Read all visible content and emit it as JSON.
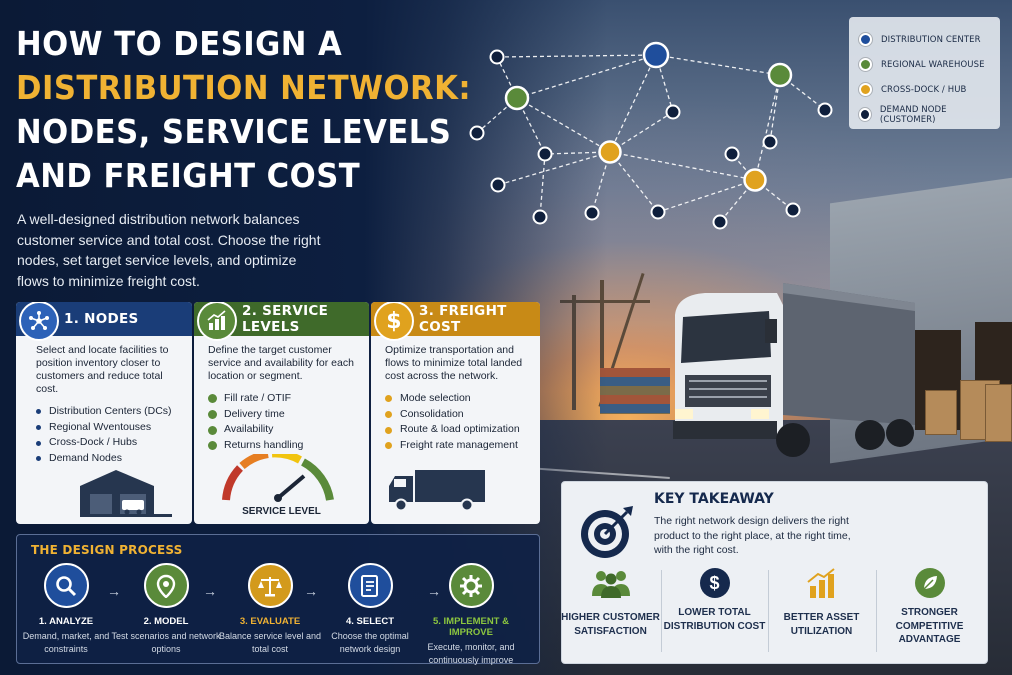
{
  "title": {
    "line1": "HOW TO DESIGN A",
    "line2": "DISTRIBUTION NETWORK:",
    "line3": "NODES, SERVICE LEVELS",
    "line4": "AND FREIGHT COST"
  },
  "intro": "A well-designed distribution network balances customer service and total cost. Choose the right nodes, set target service levels, and optimize flows to minimize freight cost.",
  "legend": [
    {
      "label": "DISTRIBUTION CENTER",
      "color": "#1f4e9c"
    },
    {
      "label": "REGIONAL WAREHOUSE",
      "color": "#5a8a3a"
    },
    {
      "label": "CROSS-DOCK / HUB",
      "color": "#e0a21e"
    },
    {
      "label": "DEMAND NODE (CUSTOMER)",
      "color": "#0f1f3c"
    }
  ],
  "cards": {
    "nodes": {
      "title": "1. NODES",
      "color": "#1a3d78",
      "desc": "Select and locate facilities to position inventory closer to customers and reduce total cost.",
      "items": [
        "Distribution Centers (DCs)",
        "Regional Wventouses",
        "Cross-Dock / Hubs",
        "Demand Nodes"
      ]
    },
    "service": {
      "title": "2. SERVICE LEVELS",
      "color": "#3f6a2a",
      "desc": "Define the target customer service and availability for each location or segment.",
      "items": [
        "Fill rate / OTIF",
        "Delivery time",
        "Availability",
        "Returns handling"
      ],
      "gauge_label": "SERVICE LEVEL"
    },
    "freight": {
      "title": "3. FREIGHT COST",
      "color": "#c88a16",
      "desc": "Optimize transportation and flows to minimize total landed cost across the network.",
      "items": [
        "Mode selection",
        "Consolidation",
        "Route & load optimization",
        "Freight rate management"
      ]
    }
  },
  "process": {
    "title": "THE DESIGN PROCESS",
    "steps": [
      {
        "label": "1. ANALYZE",
        "desc": "Demand, market, and constraints",
        "color": "#1f4e9c",
        "label_color": "#ffffff"
      },
      {
        "label": "2. MODEL",
        "desc": "Test scenarios and network options",
        "color": "#5a8a3a",
        "label_color": "#ffffff"
      },
      {
        "label": "3. EVALUATE",
        "desc": "Balance service level and total cost",
        "color": "#d39a1c",
        "label_color": "#f0b233"
      },
      {
        "label": "4. SELECT",
        "desc": "Choose the optimal network design",
        "color": "#1f4e9c",
        "label_color": "#ffffff"
      },
      {
        "label": "5. IMPLEMENT & IMPROVE",
        "desc": "Execute, monitor, and continuously improve",
        "color": "#5a8a3a",
        "label_color": "#8cc63f"
      }
    ]
  },
  "takeaway": {
    "title": "KEY TAKEAWAY",
    "text": "The right network design delivers the right product to the right place, at the right time, with the right cost.",
    "benefits": [
      {
        "label": "HIGHER CUSTOMER SATISFACTION",
        "icon": "people-icon"
      },
      {
        "label": "LOWER TOTAL DISTRIBUTION COST",
        "icon": "dollar-icon"
      },
      {
        "label": "BETTER ASSET UTILIZATION",
        "icon": "bar-chart-icon"
      },
      {
        "label": "STRONGER COMPETITIVE ADVANTAGE",
        "icon": "leaf-icon"
      }
    ]
  }
}
